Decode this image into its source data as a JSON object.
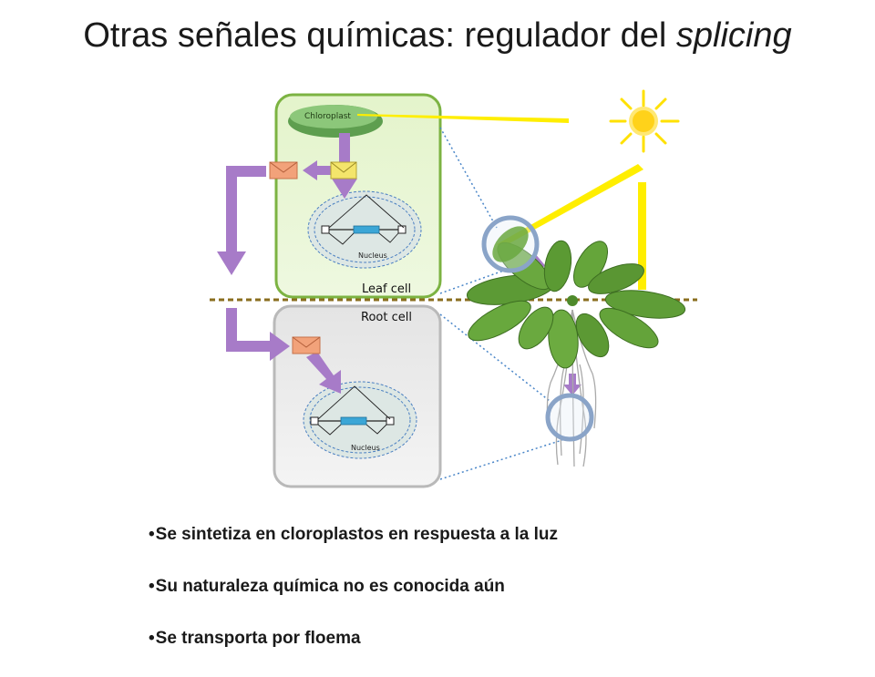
{
  "title": {
    "main": "Otras señales químicas: regulador del ",
    "emphasis": "splicing"
  },
  "diagram": {
    "chloroplast_label": "Chloroplast",
    "leaf_nucleus_label": "Nucleus",
    "root_nucleus_label": "Nucleus",
    "leaf_cell_label": "Leaf cell",
    "root_cell_label": "Root cell",
    "colors": {
      "leaf_cell_fill": "#e6f5d0",
      "leaf_cell_border": "#7cb342",
      "root_cell_fill": "#ececec",
      "chloroplast": "#7cb86a",
      "arrow": "#a77bc8",
      "sunlight": "#ffee00",
      "envelope_yellow": "#f4e56b",
      "envelope_orange": "#f2a27a",
      "exon": "#3ba6d6",
      "divider": "#8a6d1e"
    },
    "icons": [
      "sun-icon",
      "envelope-icon",
      "plant-icon"
    ]
  },
  "bullets": [
    "Se sintetiza en cloroplastos en respuesta a la luz",
    "Su naturaleza química no es conocida aún",
    "Se transporta por floema"
  ]
}
